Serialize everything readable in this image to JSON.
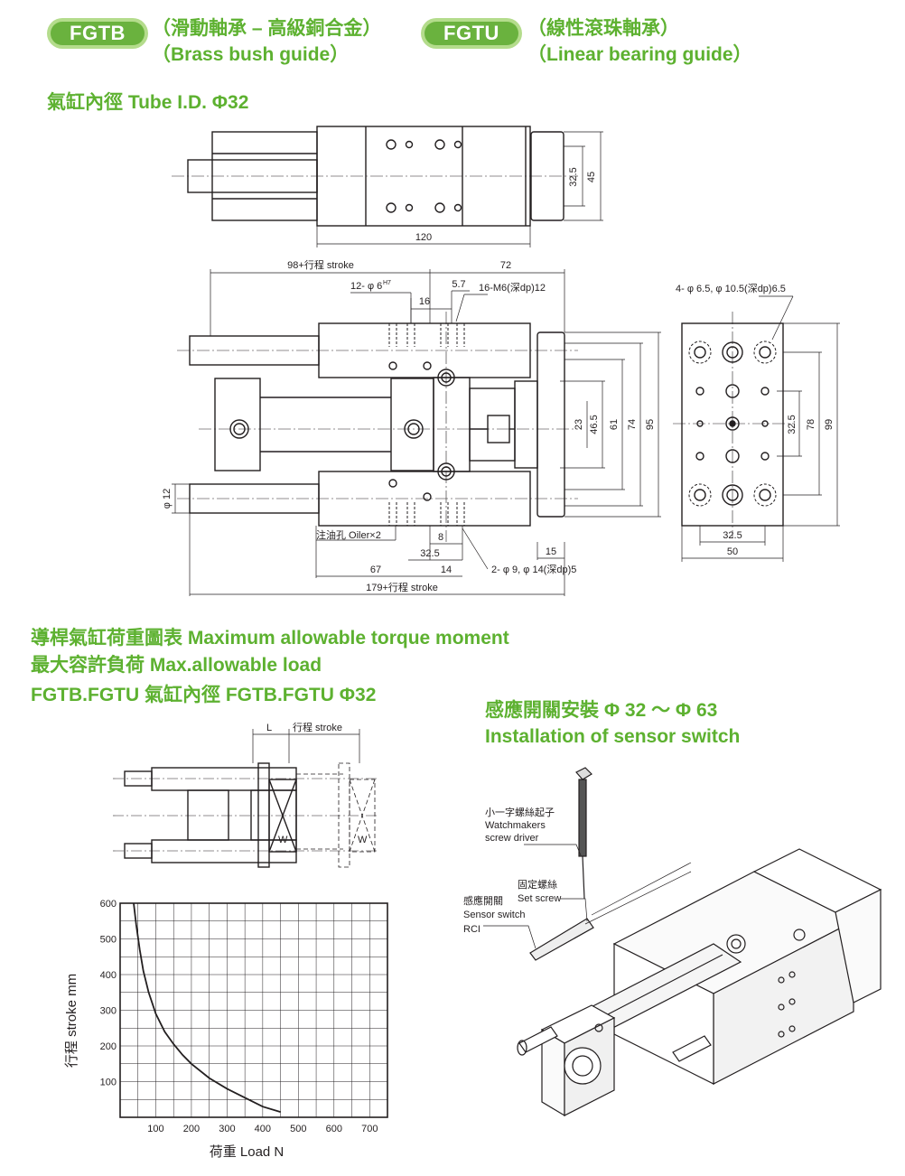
{
  "header": {
    "badge_left": "FGTB",
    "left_line1": "（滑動軸承 – 高級銅合金）",
    "left_line2": "（Brass bush guide）",
    "badge_right": "FGTU",
    "right_line1": "（線性滾珠軸承）",
    "right_line2": "（Linear bearing guide）"
  },
  "section_title": "氣缸內徑 Tube I.D. Φ32",
  "top_view_dims": [
    "32.5",
    "45",
    "120"
  ],
  "front_view_dims": {
    "stroke_98": "98+行程 stroke",
    "d72": "72",
    "hole12": "12- φ 6",
    "hole12_sup": "H7",
    "d57": "5.7",
    "d16": "16",
    "m6": "16-M6(深dp)12",
    "phi12": "φ 12",
    "oiler": "注油孔 Oiler×2",
    "d8": "8",
    "d325": "32.5",
    "d15": "15",
    "d67": "67",
    "d14": "14",
    "d2phi": "2- φ 9, φ 14(深dp)5",
    "stroke_179": "179+行程 stroke",
    "v23": "23",
    "v465": "46.5",
    "v61": "61",
    "v74": "74",
    "v95": "95"
  },
  "side_view_dims": {
    "holes": "4- φ 6.5, φ 10.5(深dp)6.5",
    "v325": "32.5",
    "v78": "78",
    "v99": "99",
    "h325": "32.5",
    "h50": "50"
  },
  "torque_title": {
    "line1": "導桿氣缸荷重圖表 Maximum allowable torque moment",
    "line2": "最大容許負荷 Max.allowable load",
    "line3": "FGTB.FGTU 氣缸內徑 FGTB.FGTU Φ32"
  },
  "schematic": {
    "L": "L",
    "stroke": "行程 stroke",
    "W": "W"
  },
  "sensor_title": {
    "line1": "感應開關安裝 Φ 32 ～ Φ 63",
    "line2": "Installation of sensor switch"
  },
  "sensor_labels": {
    "driver_cn": "小一字螺絲起子",
    "driver_en1": "Watchmakers",
    "driver_en2": "screw driver",
    "screw_cn": "固定螺絲",
    "screw_en": "Set screw",
    "switch_cn": "感應開關",
    "switch_en": "Sensor switch",
    "switch_code": "RCI"
  },
  "chart_data": {
    "type": "line",
    "xlabel": "荷重 Load   N",
    "ylabel": "行程 stroke   mm",
    "xlim": [
      0,
      750
    ],
    "ylim": [
      0,
      600
    ],
    "x_ticks": [
      100,
      200,
      300,
      400,
      500,
      600,
      700
    ],
    "y_ticks": [
      100,
      200,
      300,
      400,
      500,
      600
    ],
    "grid": true,
    "series": [
      {
        "x": [
          38,
          45,
          55,
          65,
          80,
          100,
          125,
          150,
          175,
          200,
          250,
          300,
          350,
          400,
          450
        ],
        "y": [
          600,
          540,
          470,
          410,
          350,
          290,
          240,
          205,
          175,
          150,
          110,
          80,
          55,
          30,
          15
        ]
      }
    ]
  }
}
